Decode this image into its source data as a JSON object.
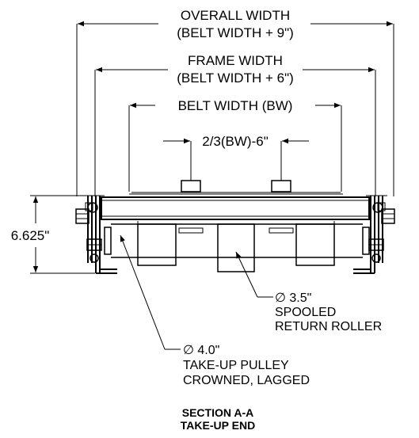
{
  "dimensions": {
    "overall_width": {
      "line1": "OVERALL WIDTH",
      "line2": "(BELT WIDTH + 9\")"
    },
    "frame_width": {
      "line1": "FRAME WIDTH",
      "line2": "(BELT WIDTH + 6\")"
    },
    "belt_width": "BELT WIDTH (BW)",
    "slider_spacing": "2/3(BW)-6\"",
    "height": "6.625\""
  },
  "callouts": {
    "return_roller": {
      "line1": "∅ 3.5\"",
      "line2": "SPOOLED",
      "line3": "RETURN ROLLER"
    },
    "takeup_pulley": {
      "line1": "∅ 4.0\"",
      "line2": "TAKE-UP PULLEY",
      "line3": "CROWNED, LAGGED"
    }
  },
  "section": {
    "title": "SECTION A-A",
    "subtitle": "TAKE-UP END"
  }
}
